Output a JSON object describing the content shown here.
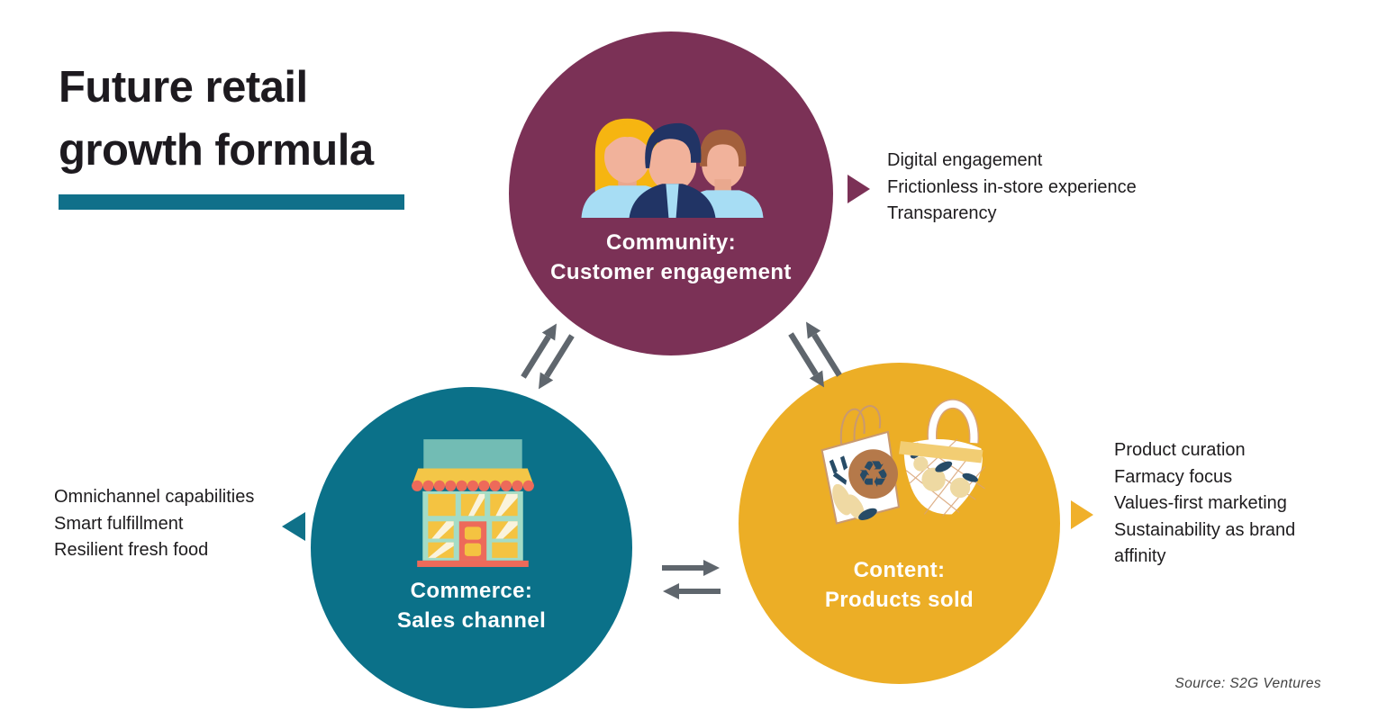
{
  "title": {
    "line1": "Future retail",
    "line2": "growth formula"
  },
  "nodes": {
    "community": {
      "label1": "Community:",
      "label2": "Customer engagement"
    },
    "commerce": {
      "label1": "Commerce:",
      "label2": "Sales channel"
    },
    "content": {
      "label1": "Content:",
      "label2": "Products sold"
    }
  },
  "callouts": {
    "community": {
      "items": [
        "Digital engagement",
        "Frictionless in-store experience",
        "Transparency"
      ]
    },
    "commerce": {
      "items": [
        "Omnichannel capabilities",
        "Smart fulfillment",
        "Resilient fresh food"
      ]
    },
    "content": {
      "items": [
        "Product curation",
        "Farmacy focus",
        "Values-first marketing",
        "Sustainability as brand affinity"
      ]
    }
  },
  "source": "Source: S2G Ventures",
  "icons": {
    "community": "people-icon",
    "commerce": "storefront-icon",
    "content": "shopping-bags-icon"
  },
  "colors": {
    "maroon": "#7b3156",
    "teal": "#0b7189",
    "yellow": "#ecae26",
    "accent_bar": "#10708a",
    "arrow_gray": "#5f666d",
    "text": "#1e1c1e"
  }
}
